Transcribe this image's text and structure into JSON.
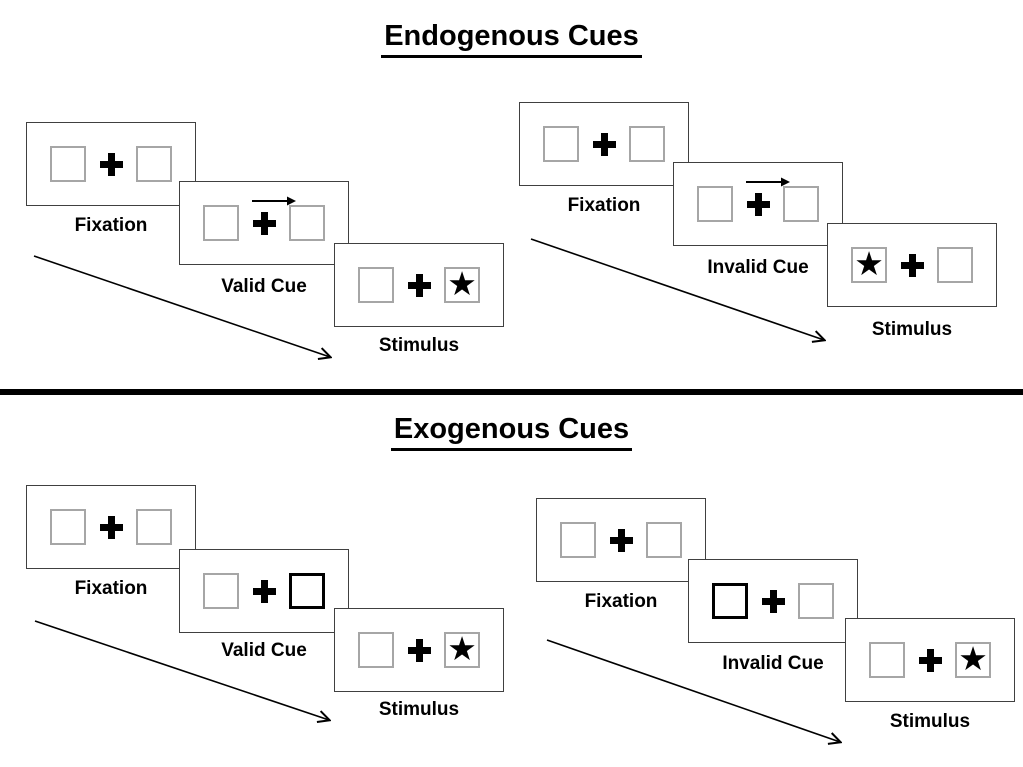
{
  "sections": [
    {
      "title": "Endogenous Cues",
      "cue_style": "central arrow above fixation cross",
      "trials": [
        {
          "name": "valid",
          "frames": [
            {
              "label": "Fixation",
              "kind": "fixation"
            },
            {
              "label": "Valid Cue",
              "kind": "arrow-cue",
              "cue_direction": "right"
            },
            {
              "label": "Stimulus",
              "kind": "stimulus",
              "target_side": "right"
            }
          ]
        },
        {
          "name": "invalid",
          "frames": [
            {
              "label": "Fixation",
              "kind": "fixation"
            },
            {
              "label": "Invalid Cue",
              "kind": "arrow-cue",
              "cue_direction": "right"
            },
            {
              "label": "Stimulus",
              "kind": "stimulus",
              "target_side": "left"
            }
          ]
        }
      ]
    },
    {
      "title": "Exogenous Cues",
      "cue_style": "peripheral thick-bordered box",
      "trials": [
        {
          "name": "valid",
          "frames": [
            {
              "label": "Fixation",
              "kind": "fixation"
            },
            {
              "label": "Valid Cue",
              "kind": "box-cue",
              "cue_side": "right"
            },
            {
              "label": "Stimulus",
              "kind": "stimulus",
              "target_side": "right"
            }
          ]
        },
        {
          "name": "invalid",
          "frames": [
            {
              "label": "Fixation",
              "kind": "fixation"
            },
            {
              "label": "Invalid Cue",
              "kind": "box-cue",
              "cue_side": "left"
            },
            {
              "label": "Stimulus",
              "kind": "stimulus",
              "target_side": "right"
            }
          ]
        }
      ]
    }
  ],
  "symbols": {
    "star": "★"
  },
  "colors": {
    "ink": "#000000",
    "frame_border": "#404040",
    "square_border": "#a6a6a6",
    "background": "#ffffff"
  }
}
